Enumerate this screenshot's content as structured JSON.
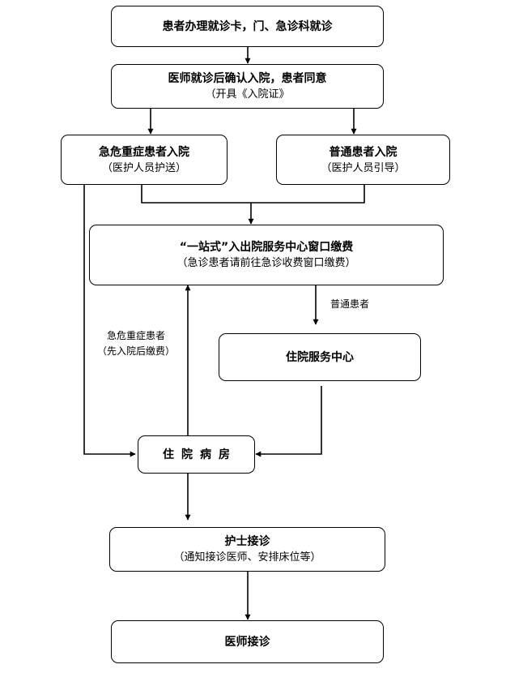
{
  "nodes": {
    "register": {
      "title": "患者办理就诊卡，门、急诊科就诊"
    },
    "confirm": {
      "title": "医师就诊后确认入院，患者同意",
      "sub": "（开具《入院证》"
    },
    "critical": {
      "title": "急危重症患者入院",
      "sub": "（医护人员护送）"
    },
    "normal": {
      "title": "普通患者入院",
      "sub": "（医护人员引导）"
    },
    "payment": {
      "title": "“一站式”入出院服务中心窗口缴费",
      "sub": "（急诊患者请前往急诊收费窗口缴费）"
    },
    "service_center": {
      "title": "住院服务中心"
    },
    "ward": {
      "title": "住院病房"
    },
    "nurse": {
      "title": "护士接诊",
      "sub": "（通知接诊医师、安排床位等）"
    },
    "doctor": {
      "title": "医师接诊"
    }
  },
  "edge_labels": {
    "normal_patients": "普通患者",
    "critical_line1": "急危重症患者",
    "critical_line2": "（先入院后缴费）"
  }
}
